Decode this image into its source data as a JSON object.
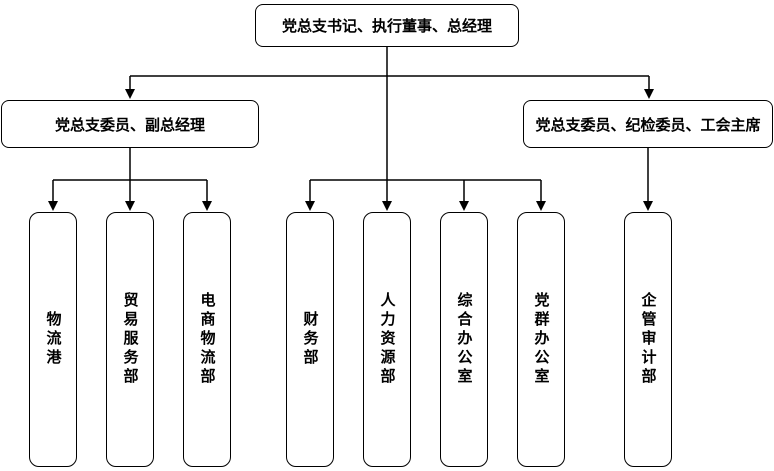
{
  "org": {
    "root": {
      "label": "党总支书记、执行董事、总经理"
    },
    "managers": [
      {
        "id": "deputy-gm",
        "label": "党总支委员、副总经理"
      },
      {
        "id": "union-chair",
        "label": "党总支委员、纪检委员、工会主席"
      }
    ],
    "departments": [
      {
        "label": "物流港",
        "parent": "deputy-gm"
      },
      {
        "label": "贸易服务部",
        "parent": "deputy-gm"
      },
      {
        "label": "电商物流部",
        "parent": "deputy-gm"
      },
      {
        "label": "财务部",
        "parent": "root"
      },
      {
        "label": "人力资源部",
        "parent": "root"
      },
      {
        "label": "综合办公室",
        "parent": "root"
      },
      {
        "label": "党群办公室",
        "parent": "root"
      },
      {
        "label": "企管审计部",
        "parent": "union-chair"
      }
    ]
  },
  "colors": {
    "line": "#000000",
    "box_border": "#000000",
    "box_fill": "#ffffff",
    "text": "#000000",
    "background": "#ffffff"
  }
}
